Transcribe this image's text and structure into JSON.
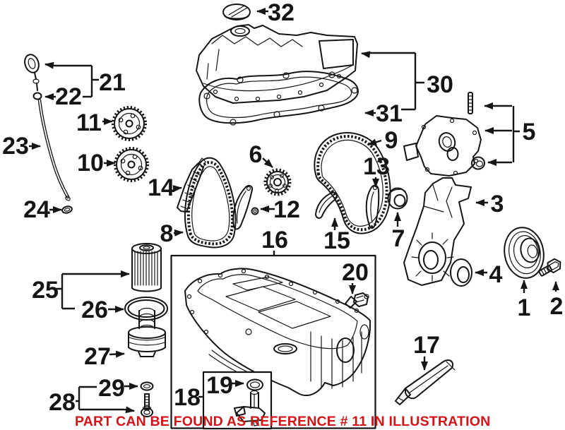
{
  "banner": {
    "text": "PART CAN BE FOUND AS REFERENCE # 11 IN ILLUSTRATION",
    "color": "#d41317"
  },
  "colors": {
    "line": "#151515",
    "background": "#ffffff",
    "banner_red": "#d41317"
  },
  "callouts": [
    {
      "ref": "1"
    },
    {
      "ref": "2"
    },
    {
      "ref": "3"
    },
    {
      "ref": "4"
    },
    {
      "ref": "5"
    },
    {
      "ref": "6"
    },
    {
      "ref": "7"
    },
    {
      "ref": "8"
    },
    {
      "ref": "9"
    },
    {
      "ref": "10"
    },
    {
      "ref": "11"
    },
    {
      "ref": "12"
    },
    {
      "ref": "13"
    },
    {
      "ref": "14"
    },
    {
      "ref": "15"
    },
    {
      "ref": "16"
    },
    {
      "ref": "17"
    },
    {
      "ref": "18"
    },
    {
      "ref": "19"
    },
    {
      "ref": "20"
    },
    {
      "ref": "21"
    },
    {
      "ref": "22"
    },
    {
      "ref": "23"
    },
    {
      "ref": "24"
    },
    {
      "ref": "25"
    },
    {
      "ref": "26"
    },
    {
      "ref": "27"
    },
    {
      "ref": "28"
    },
    {
      "ref": "29"
    },
    {
      "ref": "30"
    },
    {
      "ref": "31"
    },
    {
      "ref": "32"
    }
  ]
}
